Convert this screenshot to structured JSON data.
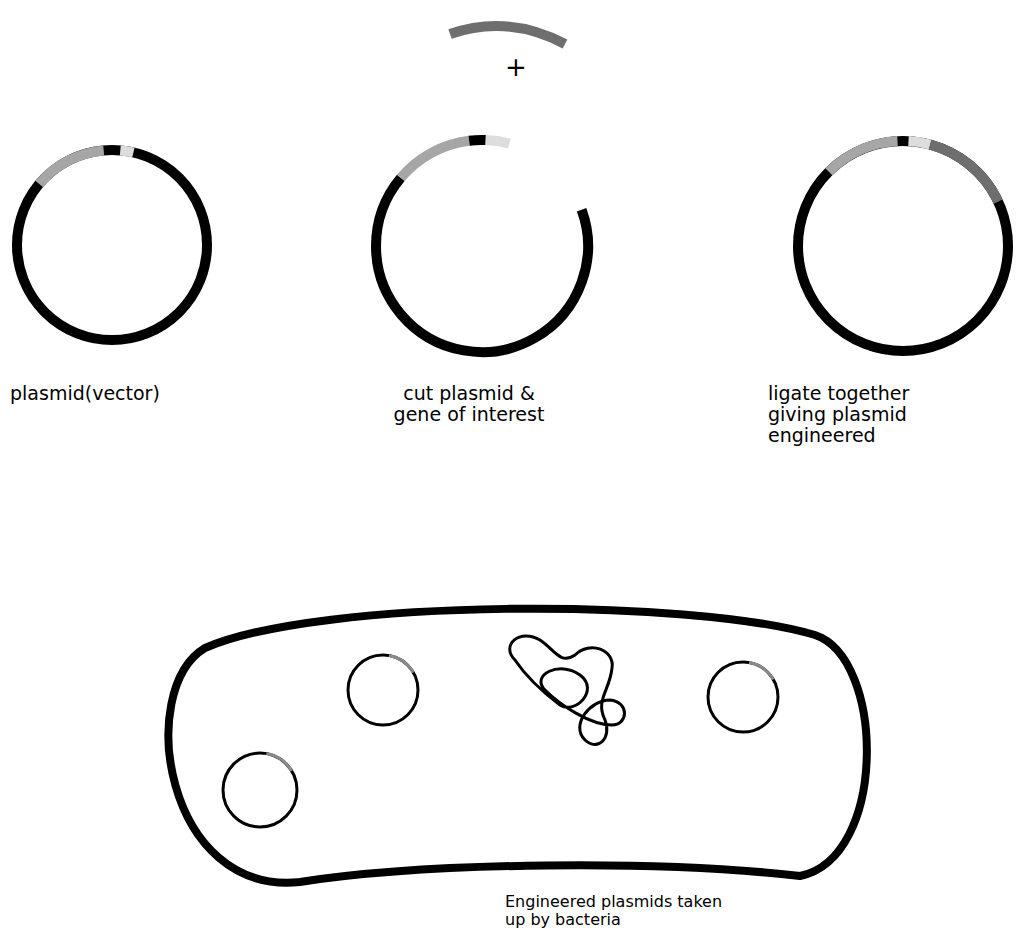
{
  "diagram": {
    "labels": [
      "+",
      "plasmid(vector)",
      "cut plasmid & gene of interest",
      "ligate together giving plasmid engineered",
      "Engineered plasmids taken up by bacteria"
    ]
  }
}
